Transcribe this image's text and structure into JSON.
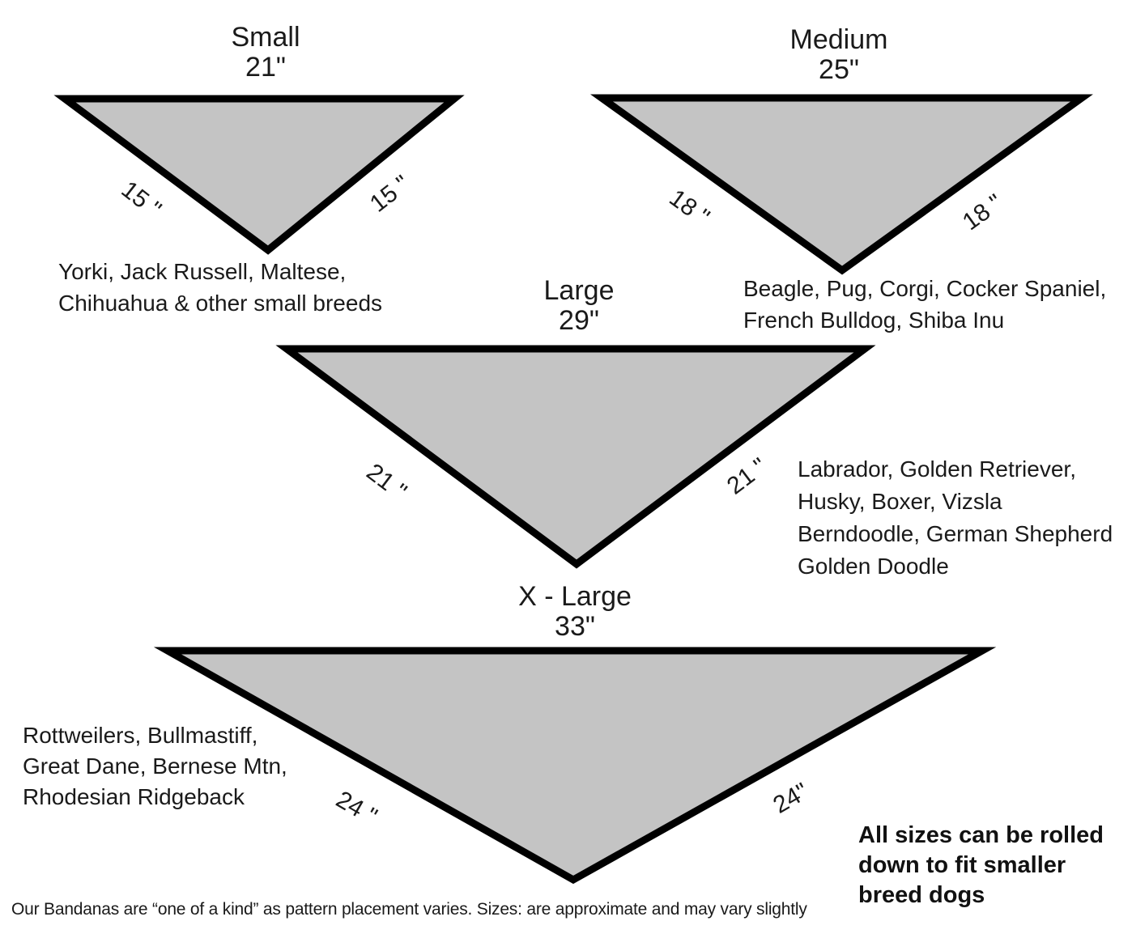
{
  "colors": {
    "triangle_fill": "#c4c4c4",
    "triangle_stroke": "#000000",
    "text": "#1a1a1a",
    "background": "#ffffff"
  },
  "sizes": [
    {
      "name": "Small",
      "top_width": "21\"",
      "left_side": "15 \"",
      "right_side": "15 \"",
      "breeds": [
        "Yorki, Jack Russell, Maltese,",
        "Chihuahua & other small breeds"
      ]
    },
    {
      "name": "Medium",
      "top_width": "25\"",
      "left_side": "18 \"",
      "right_side": "18 \"",
      "breeds": [
        "Beagle, Pug, Corgi, Cocker Spaniel,",
        "French Bulldog, Shiba Inu"
      ]
    },
    {
      "name": "Large",
      "top_width": "29\"",
      "left_side": "21 \"",
      "right_side": "21 \"",
      "breeds": [
        "Labrador, Golden Retriever,",
        "Husky, Boxer, Vizsla",
        "Berndoodle, German Shepherd",
        "Golden Doodle"
      ]
    },
    {
      "name": "X - Large",
      "top_width": "33\"",
      "left_side": "24 \"",
      "right_side": "24\"",
      "breeds": [
        "Rottweilers, Bullmastiff,",
        "Great Dane, Bernese Mtn,",
        "Rhodesian Ridgeback"
      ]
    }
  ],
  "note": {
    "lines": [
      "All sizes can be rolled",
      "down to fit smaller",
      "breed dogs"
    ]
  },
  "footer": "Our Bandanas are “one of a kind” as pattern placement varies. Sizes: are approximate and may vary slightly"
}
